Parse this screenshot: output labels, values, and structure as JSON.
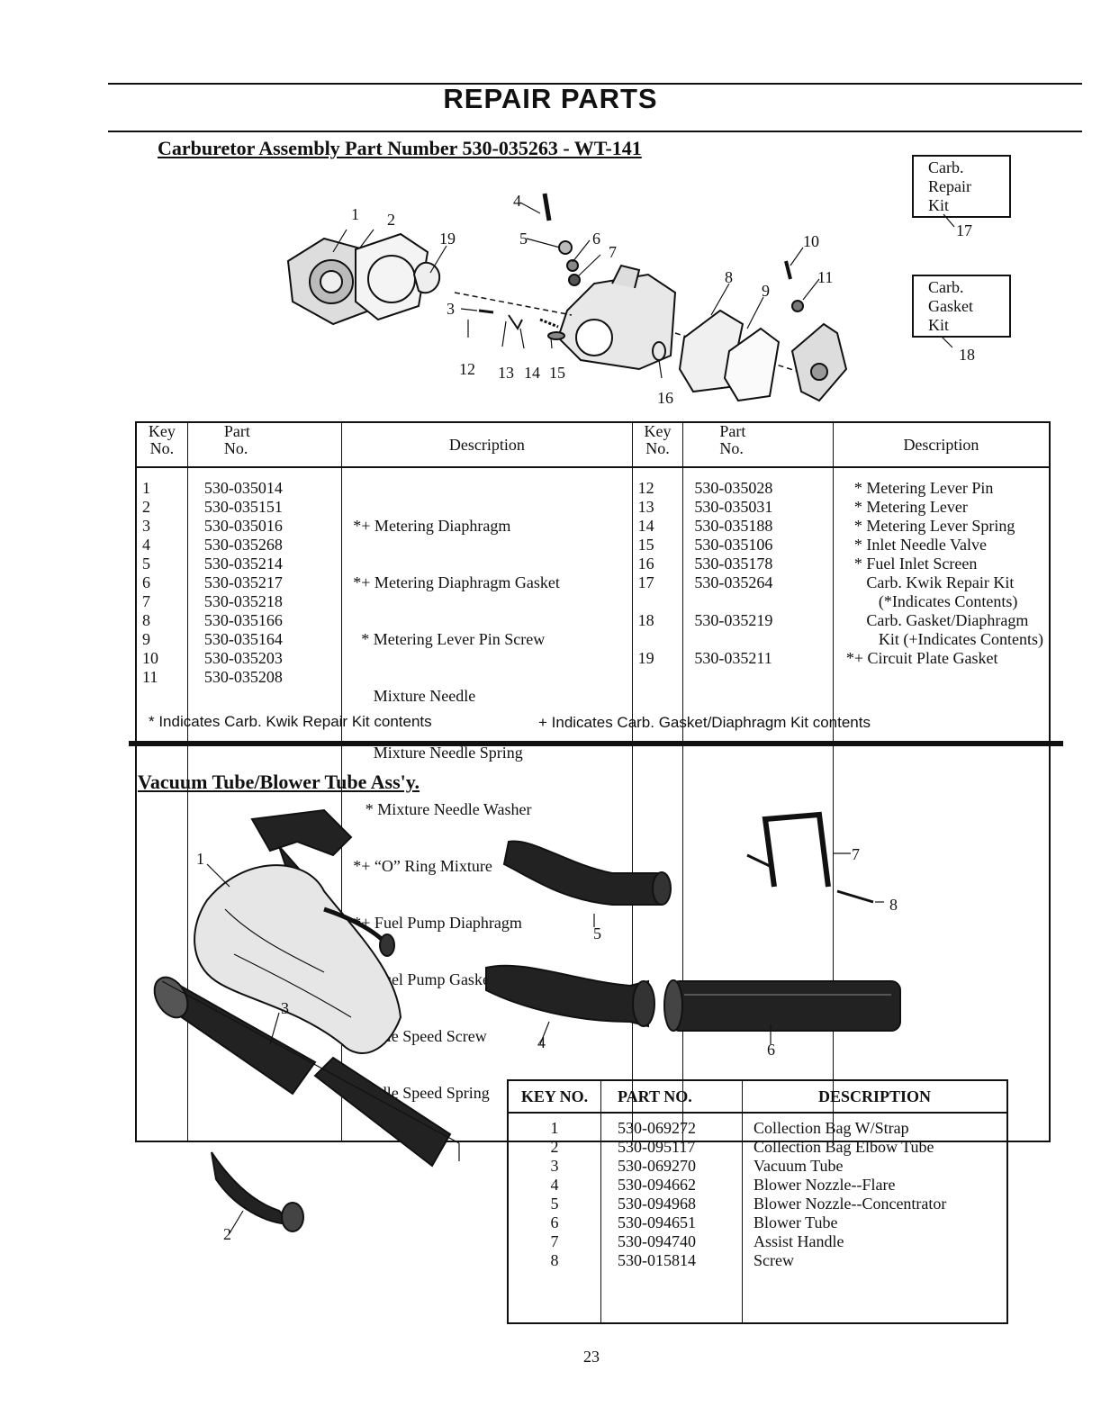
{
  "page": {
    "title": "REPAIR PARTS",
    "page_number": "23"
  },
  "carb": {
    "heading": "Carburetor Assembly Part Number 530-035263 - WT-141",
    "repair_kit_box": [
      "Carb.",
      "Repair",
      "Kit"
    ],
    "gasket_kit_box": [
      "Carb.",
      "Gasket",
      "Kit"
    ],
    "diagram_labels": [
      "1",
      "2",
      "3",
      "4",
      "5",
      "6",
      "7",
      "8",
      "9",
      "10",
      "11",
      "12",
      "13",
      "14",
      "15",
      "16",
      "17",
      "18",
      "19"
    ],
    "table_headers": {
      "key_line1": "Key",
      "key_line2": "No.",
      "part_line1": "Part",
      "part_line2": "No.",
      "description": "Description"
    },
    "left_keys": [
      "1",
      "2",
      "3",
      "4",
      "5",
      "6",
      "7",
      "8",
      "9",
      "10",
      "11"
    ],
    "left_parts": [
      "530-035014",
      "530-035151",
      "530-035016",
      "530-035268",
      "530-035214",
      "530-035217",
      "530-035218",
      "530-035166",
      "530-035164",
      "530-035203",
      "530-035208"
    ],
    "left_desc": [
      "*+ Metering Diaphragm",
      "*+ Metering Diaphragm Gasket",
      "  * Metering Lever Pin Screw",
      "     Mixture Needle",
      "     Mixture Needle Spring",
      "   * Mixture Needle Washer",
      "*+ “O” Ring Mixture",
      "*+ Fuel Pump Diaphragm",
      "*+ Fuel Pump Gasket",
      "     Idle Speed Screw",
      "     Idle Speed Spring"
    ],
    "right_keys": [
      "12",
      "13",
      "14",
      "15",
      "16",
      "17",
      "",
      "18",
      "",
      "19"
    ],
    "right_parts": [
      "530-035028",
      "530-035031",
      "530-035188",
      "530-035106",
      "530-035178",
      "530-035264",
      "",
      "530-035219",
      "",
      "530-035211"
    ],
    "right_desc": [
      "  * Metering Lever Pin",
      "  * Metering Lever",
      "  * Metering Lever Spring",
      "  * Inlet Needle Valve",
      "  * Fuel Inlet Screen",
      "     Carb. Kwik Repair Kit",
      "        (*Indicates Contents)",
      "     Carb. Gasket/Diaphragm",
      "        Kit (+Indicates Contents)",
      "*+ Circuit Plate Gasket"
    ],
    "footnote_star": "* Indicates Carb. Kwik Repair Kit contents",
    "footnote_plus": "+ Indicates Carb. Gasket/Diaphragm Kit contents"
  },
  "vacuum": {
    "heading": "Vacuum Tube/Blower Tube Ass'y.",
    "diagram_labels": [
      "1",
      "2",
      "3",
      "4",
      "5",
      "6",
      "7",
      "8"
    ],
    "table_headers": {
      "key": "KEY NO.",
      "part": "PART NO.",
      "description": "DESCRIPTION"
    },
    "keys": [
      "1",
      "2",
      "3",
      "4",
      "5",
      "6",
      "7",
      "8"
    ],
    "parts": [
      "530-069272",
      "530-095117",
      "530-069270",
      "530-094662",
      "530-094968",
      "530-094651",
      "530-094740",
      "530-015814"
    ],
    "descriptions": [
      "Collection Bag W/Strap",
      "Collection Bag Elbow Tube",
      "Vacuum Tube",
      "Blower Nozzle--Flare",
      "Blower Nozzle--Concentrator",
      "Blower Tube",
      "Assist Handle",
      "Screw"
    ]
  }
}
